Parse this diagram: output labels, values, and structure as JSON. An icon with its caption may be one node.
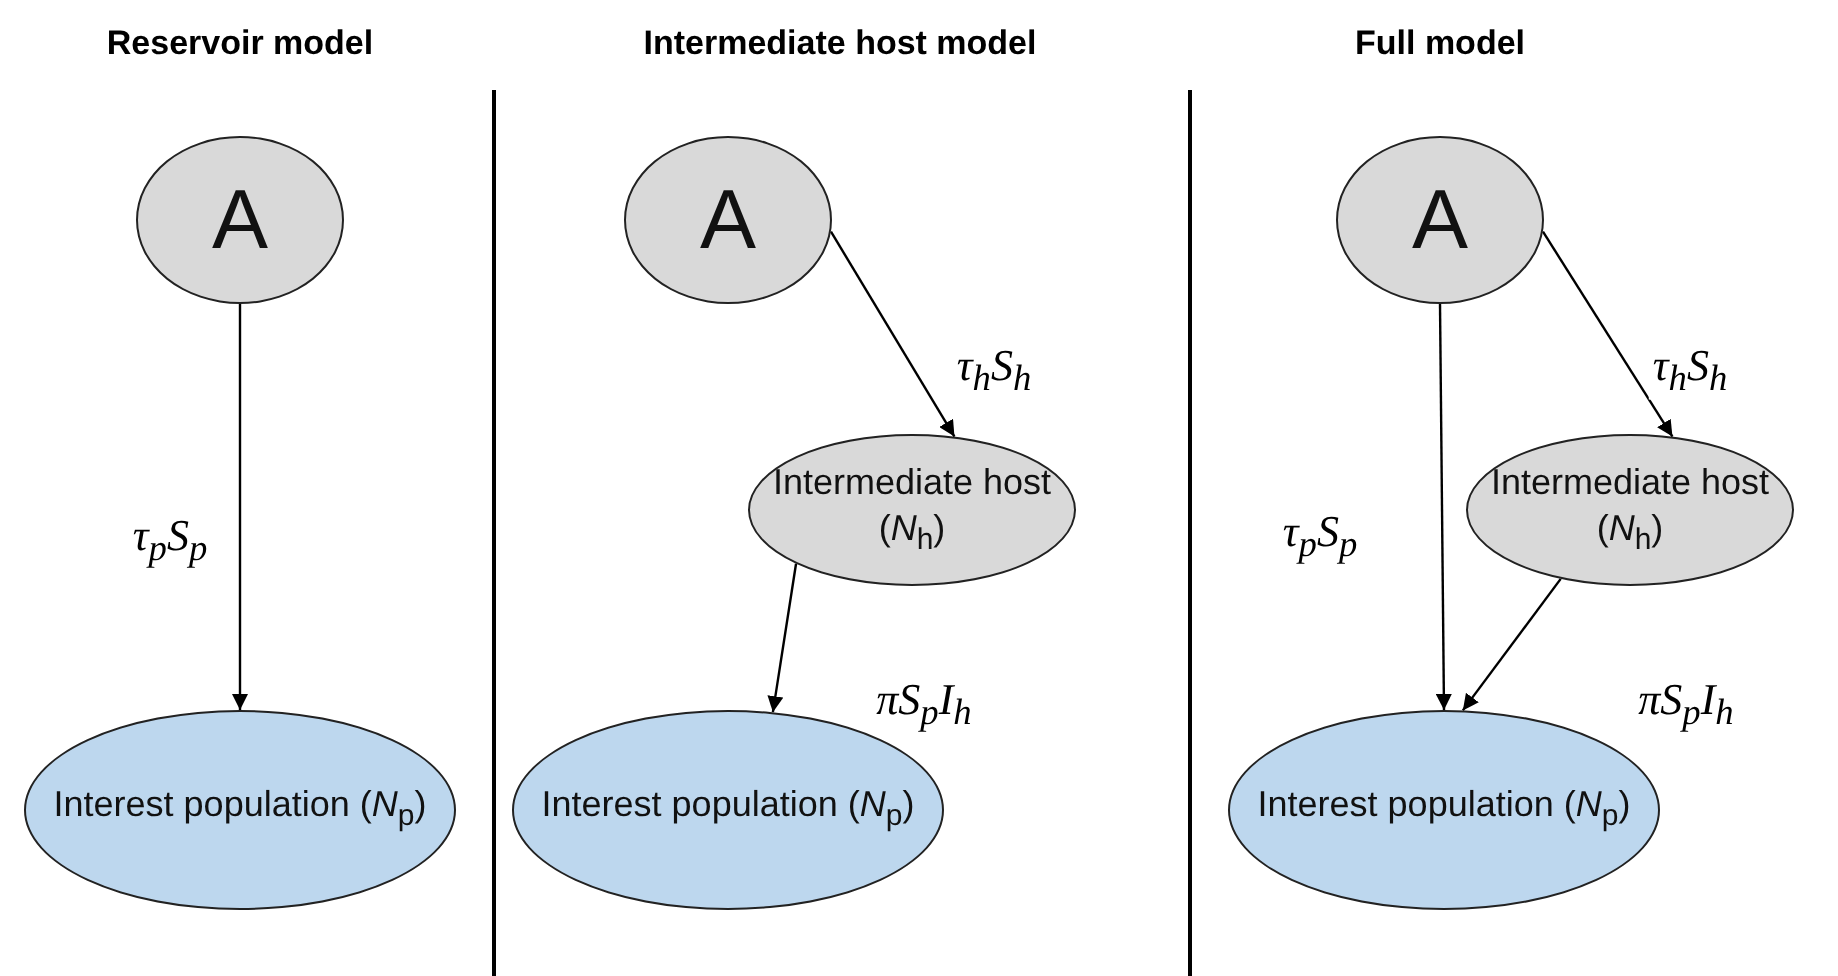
{
  "diagram": {
    "nodes": [
      {
        "text": [
          "A"
        ]
      },
      {
        "text": [
          "Interest population (*N*$_{p}$)"
        ]
      },
      {
        "text": [
          "A"
        ]
      },
      {
        "text": [
          "Intermediate host (*N*$_{h}$)"
        ]
      },
      {
        "text": [
          "Interest population (*N*$_{p}$)"
        ]
      },
      {
        "text": [
          "A"
        ]
      },
      {
        "text": [
          "Intermediate host (*N*$_{h}$)"
        ]
      },
      {
        "text": [
          "Interest population (*N*$_{p}$)"
        ]
      }
    ],
    "edges": [
      {
        "from": 0,
        "to": 1,
        "arrow": "to",
        "label": "τ$_{p}$S$_{p}$"
      },
      {
        "from": 2,
        "to": 3,
        "arrow": "to",
        "label": "τ$_{h}$S$_{h}$"
      },
      {
        "from": 3,
        "to": 4,
        "arrow": "to",
        "label": "πS$_{p}$I$_{h}$"
      },
      {
        "from": 5,
        "to": 6,
        "arrow": "to",
        "label": "τ$_{h}$S$_{h}$"
      },
      {
        "from": 5,
        "to": 7,
        "arrow": "to",
        "label": "τ$_{p}$S$_{p}$"
      },
      {
        "from": 6,
        "to": 7,
        "arrow": "to",
        "label": "πS$_{p}$I$_{h}$"
      }
    ],
    "labels": [
      "Reservoir model",
      "Intermediate host model",
      "Full model"
    ]
  }
}
